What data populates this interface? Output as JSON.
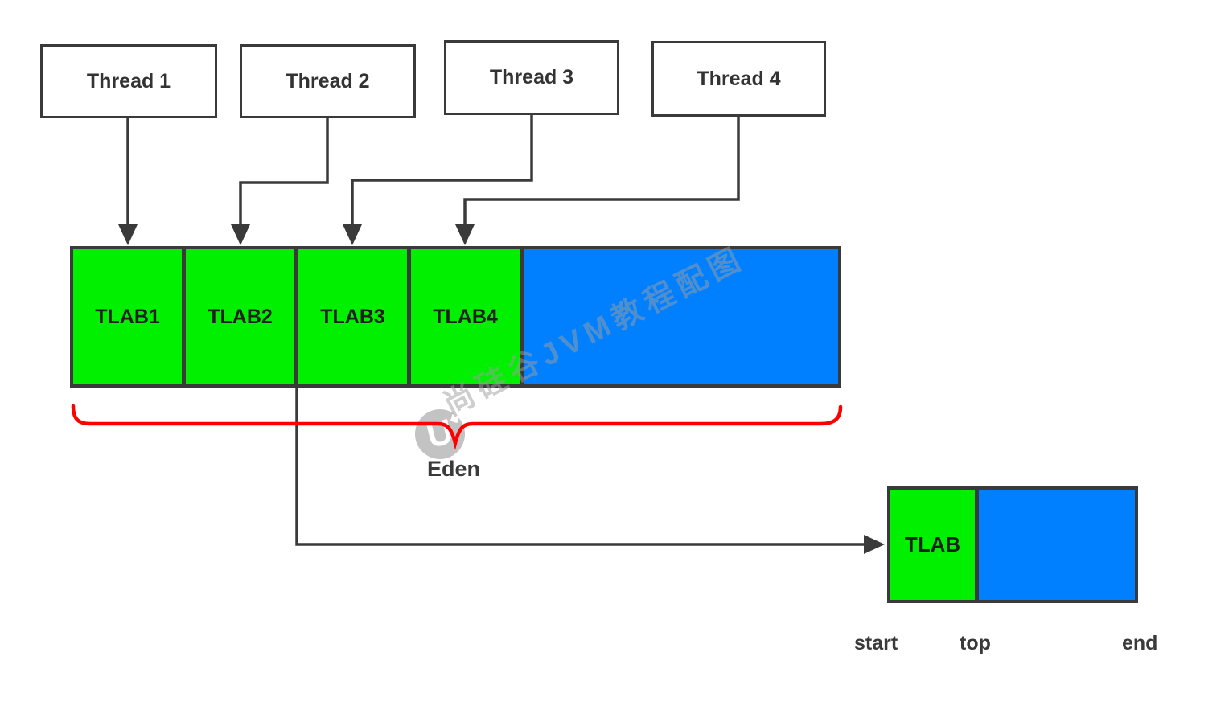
{
  "diagram": {
    "threads": [
      {
        "label": "Thread 1"
      },
      {
        "label": "Thread 2"
      },
      {
        "label": "Thread 3"
      },
      {
        "label": "Thread 4"
      }
    ],
    "eden": {
      "label": "Eden",
      "tlab_cells": [
        "TLAB1",
        "TLAB2",
        "TLAB3",
        "TLAB4"
      ]
    },
    "tlab_detail": {
      "cell_label": "TLAB",
      "pointer_labels": [
        "start",
        "top",
        "end"
      ]
    },
    "watermark": {
      "text": "尚硅谷JVM教程配图",
      "logo_glyph": "U"
    },
    "colors": {
      "tlab_green": "#00f000",
      "free_blue": "#0080ff",
      "line_dark": "#3a3a3a",
      "brace_red": "#ff0000"
    }
  }
}
